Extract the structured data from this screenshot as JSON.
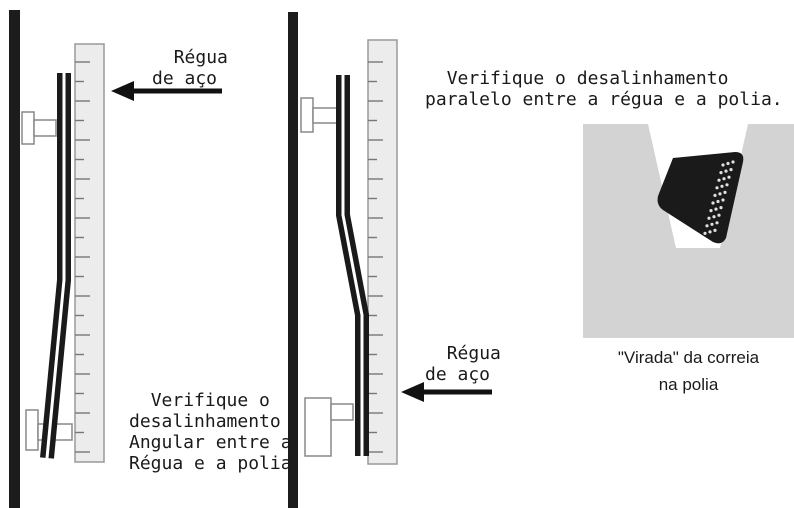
{
  "labels": {
    "regua_top": [
      "Régua",
      "de aço"
    ],
    "parallel_note": [
      "Verifique o desalinhamento",
      "paralelo entre a régua e a polia."
    ],
    "regua_bottom": [
      "Régua",
      "de aço"
    ],
    "angular_note": [
      "Verifique o",
      "desalinhamento",
      "Angular entre a",
      "Régua e a polia."
    ]
  },
  "caption": [
    "\"Virada\" da correia",
    "na polia"
  ],
  "colors": {
    "frame": "#1c1c1c",
    "ruler_fill": "#ececec",
    "ruler_stroke": "#9a9a9a",
    "belt_dark": "#1a1a1a",
    "belt_light": "#ffffff",
    "pulley_grey": "#d3d3d3",
    "shaft_stroke": "#888888",
    "arrow": "#111111"
  },
  "icons": {
    "left_arrow": "arrow-left-icon",
    "right_arrow": "arrow-left-icon",
    "belt_section": "v-belt-cross-section-icon"
  }
}
